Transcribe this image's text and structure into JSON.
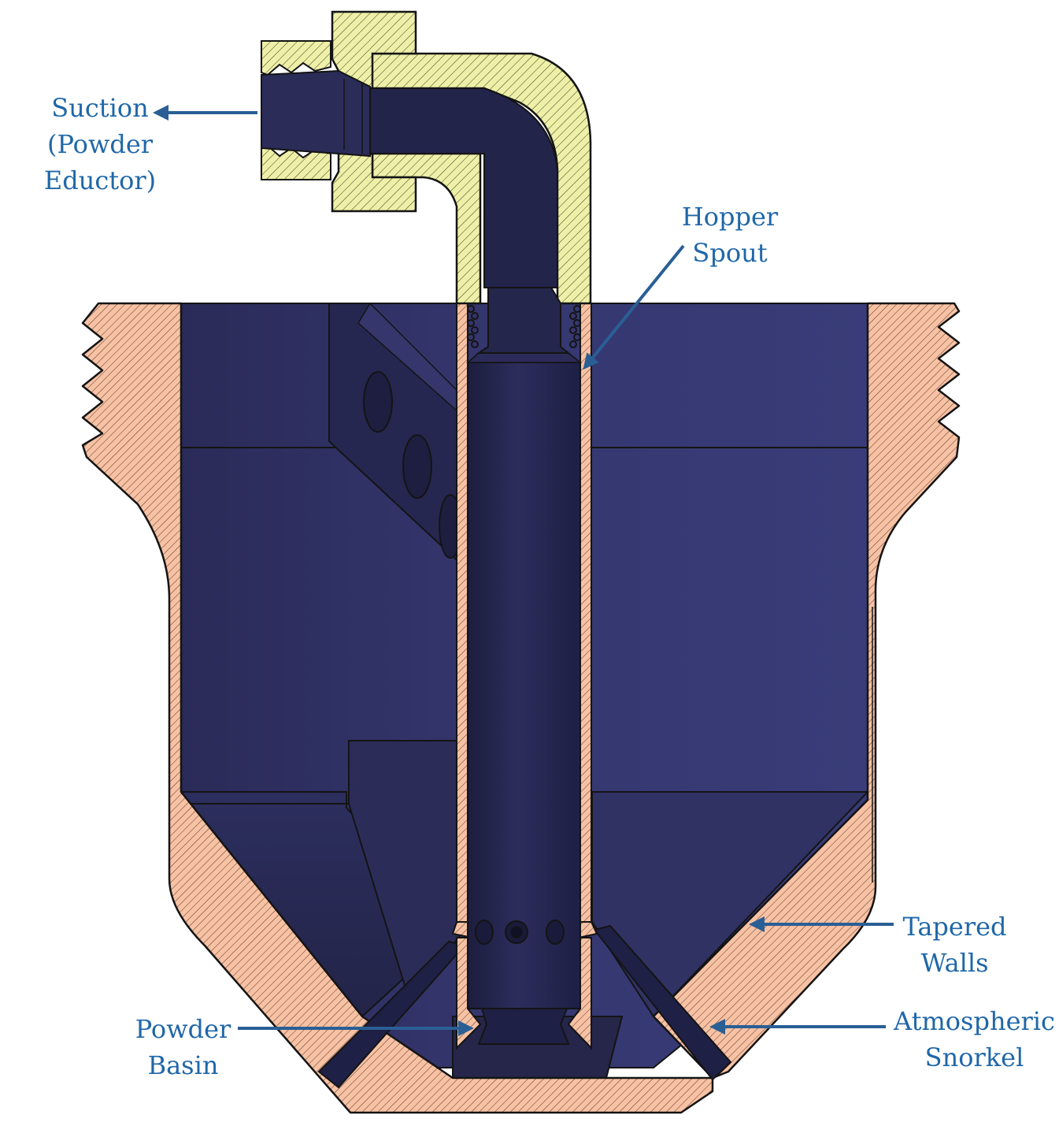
{
  "colors": {
    "label": "#1f67a8",
    "arrow": "#2a5f96",
    "cavity": "#2e2f5e",
    "cavity_light": "#3a3d74",
    "cavity_dark": "#1d1e40",
    "hopper_section": "#f7c2a4",
    "fitting_section": "#eef0a8",
    "hatch": "#3a2418",
    "outline": "#141414"
  },
  "labels": {
    "suction": [
      "Suction",
      "(Powder",
      "Eductor)"
    ],
    "hopper_spout": [
      "Hopper",
      "Spout"
    ],
    "tapered_walls": [
      "Tapered",
      "Walls"
    ],
    "powder_basin": [
      "Powder",
      "Basin"
    ],
    "atmospheric_snorkel": [
      "Atmospheric",
      "Snorkel"
    ]
  }
}
